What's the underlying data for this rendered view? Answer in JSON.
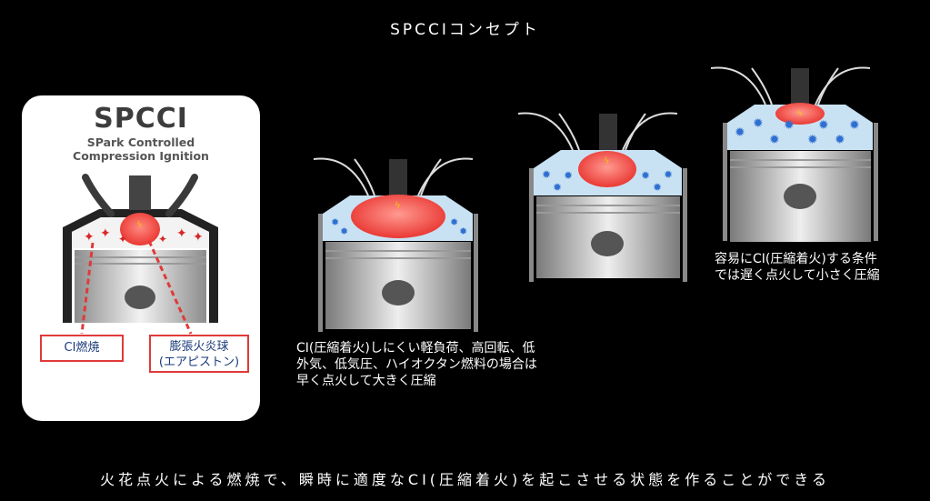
{
  "title": "SPCCIコンセプト",
  "footer": "火花点火による燃焼で、瞬時に適度なCI(圧縮着火)を起こさせる状態を作ることができる",
  "card": {
    "title": "SPCCI",
    "subtitle_line1": "SPark Controlled",
    "subtitle_line2": "Compression Ignition",
    "label_ci": "CI燃焼",
    "label_fireball_line1": "膨張火炎球",
    "label_fireball_line2": "(エアピストン)"
  },
  "captions": {
    "low_load_line1": "CI(圧縮着火)しにくい軽負荷、高回転、低",
    "low_load_line2": "外気、低気圧、ハイオクタン燃料の場合は",
    "low_load_line3": "早く点火して大きく圧縮",
    "easy_ci_line1": "容易にCI(圧縮着火)する条件",
    "easy_ci_line2": "では遅く点火して小さく圧縮"
  },
  "colors": {
    "background": "#000000",
    "card_bg": "#ffffff",
    "accent_red": "#e03a3a",
    "flame_red": "#e8302c",
    "chamber_blue": "#c9e2f3",
    "ci_blue": "#2f6fd1",
    "label_text": "#1a3a7a"
  },
  "icons": {
    "spark_plug": "spark-plug-icon",
    "ci_star": "ci-star-icon",
    "spark_cross": "spark-cross-icon"
  }
}
